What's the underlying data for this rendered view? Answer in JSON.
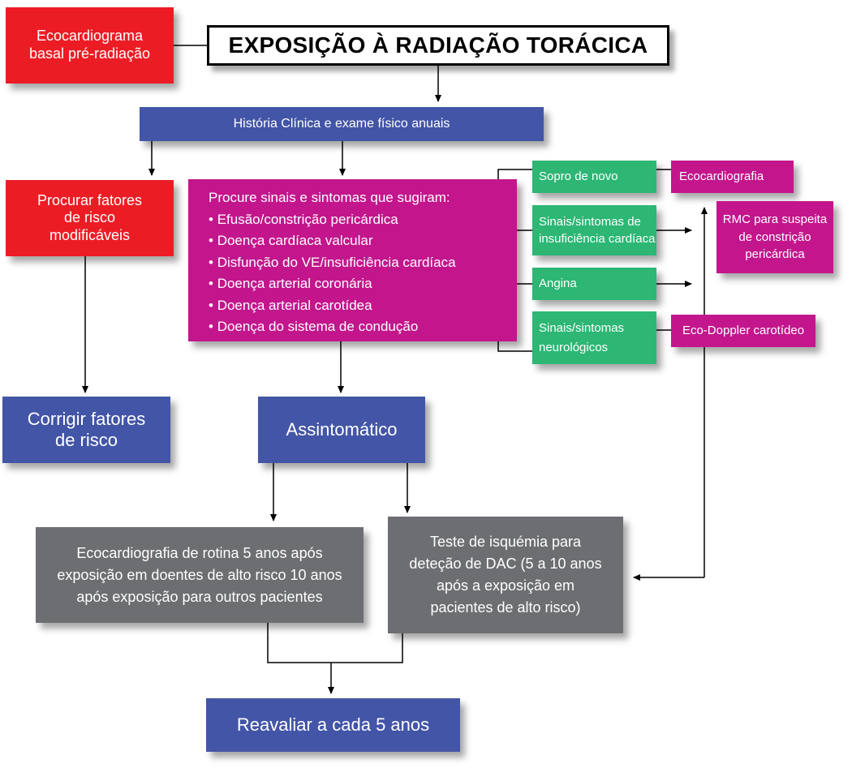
{
  "title": "EXPOSIÇÃO À RADIAÇÃO TORÁCICA",
  "colors": {
    "red": "#ec1c24",
    "blue": "#4355a6",
    "magenta": "#c3168c",
    "green": "#2db674",
    "gray": "#6d6e71"
  },
  "nodes": {
    "baseline_echo": "Ecocardiograma basal pré-radiação",
    "annual_history": "História Clínica e exame físico anuais",
    "risk_factors": "Procurar fatores de risco modificáveis",
    "correct_risk": "Corrigir fatores de risco",
    "symptoms": {
      "heading": "Procure sinais e sintomas que sugiram:",
      "items": [
        "Efusão/constrição pericárdica",
        "Doença cardíaca valcular",
        "Disfunção do VE/insuficiência cardíaca",
        "Doença arterial coronária",
        "Doença arterial carotídea",
        "Doença do sistema de condução"
      ]
    },
    "new_murmur": "Sopro de novo",
    "echocardiography": "Ecocardiografia",
    "heart_failure_signs": "Sinais/sintomas de insuficiência cardíaca",
    "cmr": "RMC para suspeita de constrição pericárdica",
    "angina": "Angina",
    "neuro_signs": "Sinais/sintomas neurológicos",
    "carotid_doppler": "Eco-Doppler carotídeo",
    "asymptomatic": "Assintomático",
    "routine_echo": "Ecocardiografia de rotina 5 anos após exposição em doentes de alto risco 10 anos após exposição para outros pacientes",
    "ischemia_test": "Teste de isquémia para deteção de DAC (5 a 10 anos após a exposição em pacientes de alto risco)",
    "reassess": "Reavaliar a cada 5 anos"
  }
}
